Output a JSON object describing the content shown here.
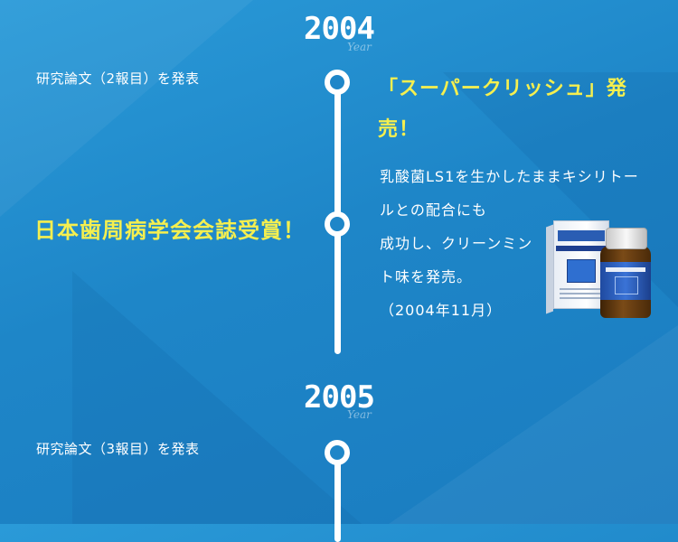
{
  "years": [
    {
      "year": "2004",
      "label": "Year"
    },
    {
      "year": "2005",
      "label": "Year"
    }
  ],
  "events_2004": {
    "paper": "研究論文（2報目）を発表",
    "award": "日本歯周病学会会誌受賞！",
    "product_title": "「スーパークリッシュ」発売！",
    "product_desc_1": "乳酸菌LS1を生かしたままキシリトールとの配合にも",
    "product_desc_2": "成功し、クリーンミント味を発売。",
    "product_date": "（2004年11月）"
  },
  "events_2005": {
    "paper": "研究論文（3報目）を発表"
  },
  "colors": {
    "background": "#1e86c8",
    "highlight": "#f5ef4f",
    "line": "#ffffff"
  }
}
